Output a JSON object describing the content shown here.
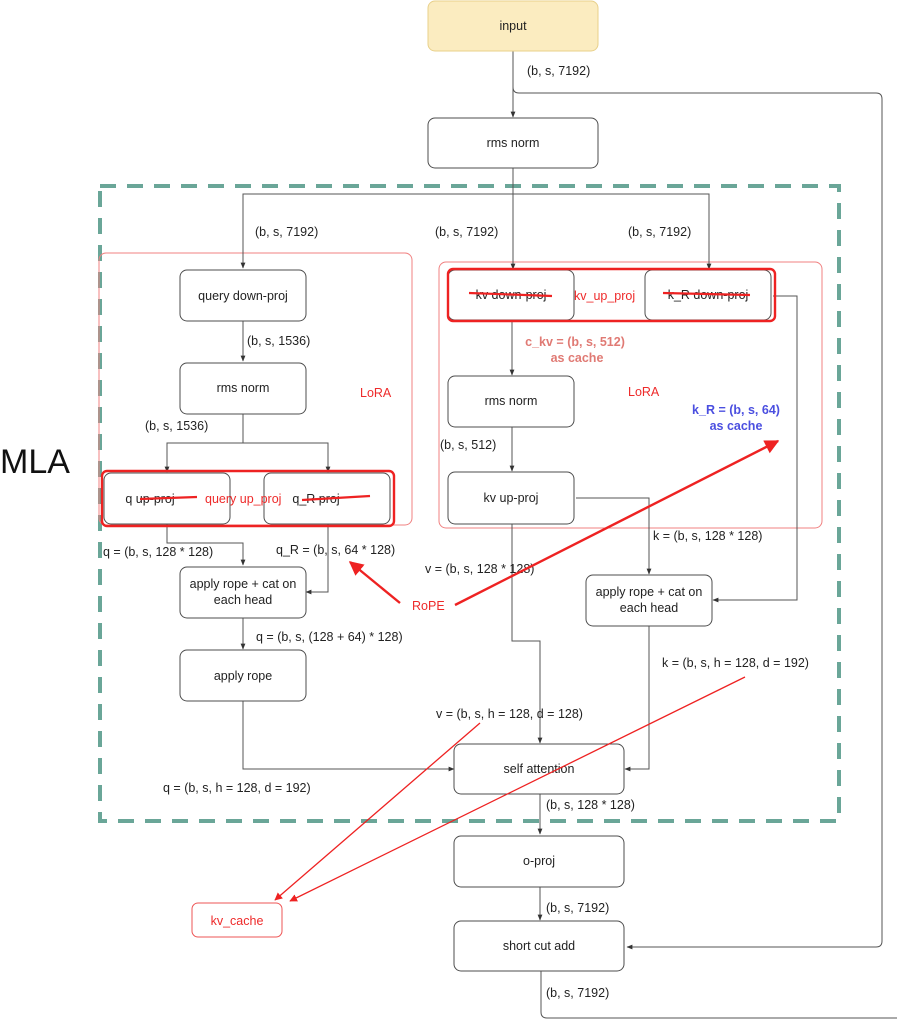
{
  "title_label": "MLA",
  "colors": {
    "input_fill": "#fbecc0",
    "mla_border": "#6aa698",
    "lora_border": "#ee5555",
    "annotation_red": "#ee2a2a",
    "c_kv_text": "#e07a74",
    "k_r_text": "#4b4fe0"
  },
  "nodes": {
    "input": "input",
    "rms_norm_top": "rms norm",
    "query_down_proj": "query down-proj",
    "rms_norm_q": "rms norm",
    "q_up_proj": "q up-proj",
    "q_r_proj": "q_R proj",
    "apply_rope_cat_q_line1": "apply rope + cat on",
    "apply_rope_cat_q_line2": "each head",
    "apply_rope": "apply rope",
    "kv_down_proj": "kv down-proj",
    "k_r_down_proj": "k_R down-proj",
    "rms_norm_kv": "rms norm",
    "kv_up_proj": "kv up-proj",
    "apply_rope_cat_k_line1": "apply rope + cat on",
    "apply_rope_cat_k_line2": "each head",
    "self_attention": "self attention",
    "o_proj": "o-proj",
    "short_cut_add": "short cut add",
    "kv_cache": "kv_cache"
  },
  "edge_labels": {
    "input_out": "(b, s, 7192)",
    "to_query_down": "(b, s, 7192)",
    "to_kv_down": "(b, s, 7192)",
    "to_k_r_down": "(b, s, 7192)",
    "query_down_out": "(b, s, 1536)",
    "rms_norm_q_out": "(b, s, 1536)",
    "q_out": "q = (b, s, 128 * 128)",
    "q_r_out": "q_R = (b, s, 64 * 128)",
    "q_cat_out": "q = (b, s, (128 + 64) * 128)",
    "q_final": "q = (b, s, h = 128, d = 192)",
    "rms_norm_kv_out": "(b, s, 512)",
    "k_out": "k = (b, s, 128 * 128)",
    "v_out": "v = (b, s, 128 * 128)",
    "k_final": "k = (b, s, h = 128, d = 192)",
    "v_final": "v = (b, s, h = 128, d = 128)",
    "attn_out": "(b, s, 128 * 128)",
    "o_proj_out": "(b, s, 7192)",
    "shortcut_out": "(b, s, 7192)"
  },
  "annotations": {
    "lora_left": "LoRA",
    "lora_right": "LoRA",
    "query_up_proj": "query up_proj",
    "kv_up_proj": "kv_up_proj",
    "c_kv_line1": "c_kv = (b, s, 512)",
    "c_kv_line2": "as cache",
    "k_r_line1": "k_R = (b, s, 64)",
    "k_r_line2": "as cache",
    "rope": "RoPE"
  }
}
